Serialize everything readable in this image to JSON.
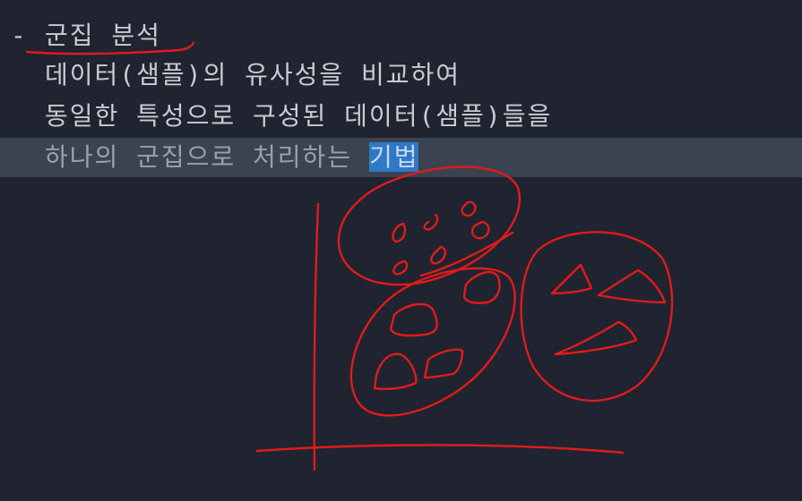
{
  "editor": {
    "bullet": "-",
    "heading": "군집 분석",
    "line_2": "데이터(샘플)의 유사성을 비교하여",
    "line_3": "동일한 특성으로 구성된 데이터(샘플)들을",
    "line_4_prefix": "하나의 군집으로 처리하는 ",
    "line_4_selected": "기법"
  },
  "colors": {
    "background": "#1f2430",
    "text": "#c9ccd1",
    "current_line": "#3b4350",
    "selection": "#2f78c6",
    "ink": "#e01b1b"
  }
}
